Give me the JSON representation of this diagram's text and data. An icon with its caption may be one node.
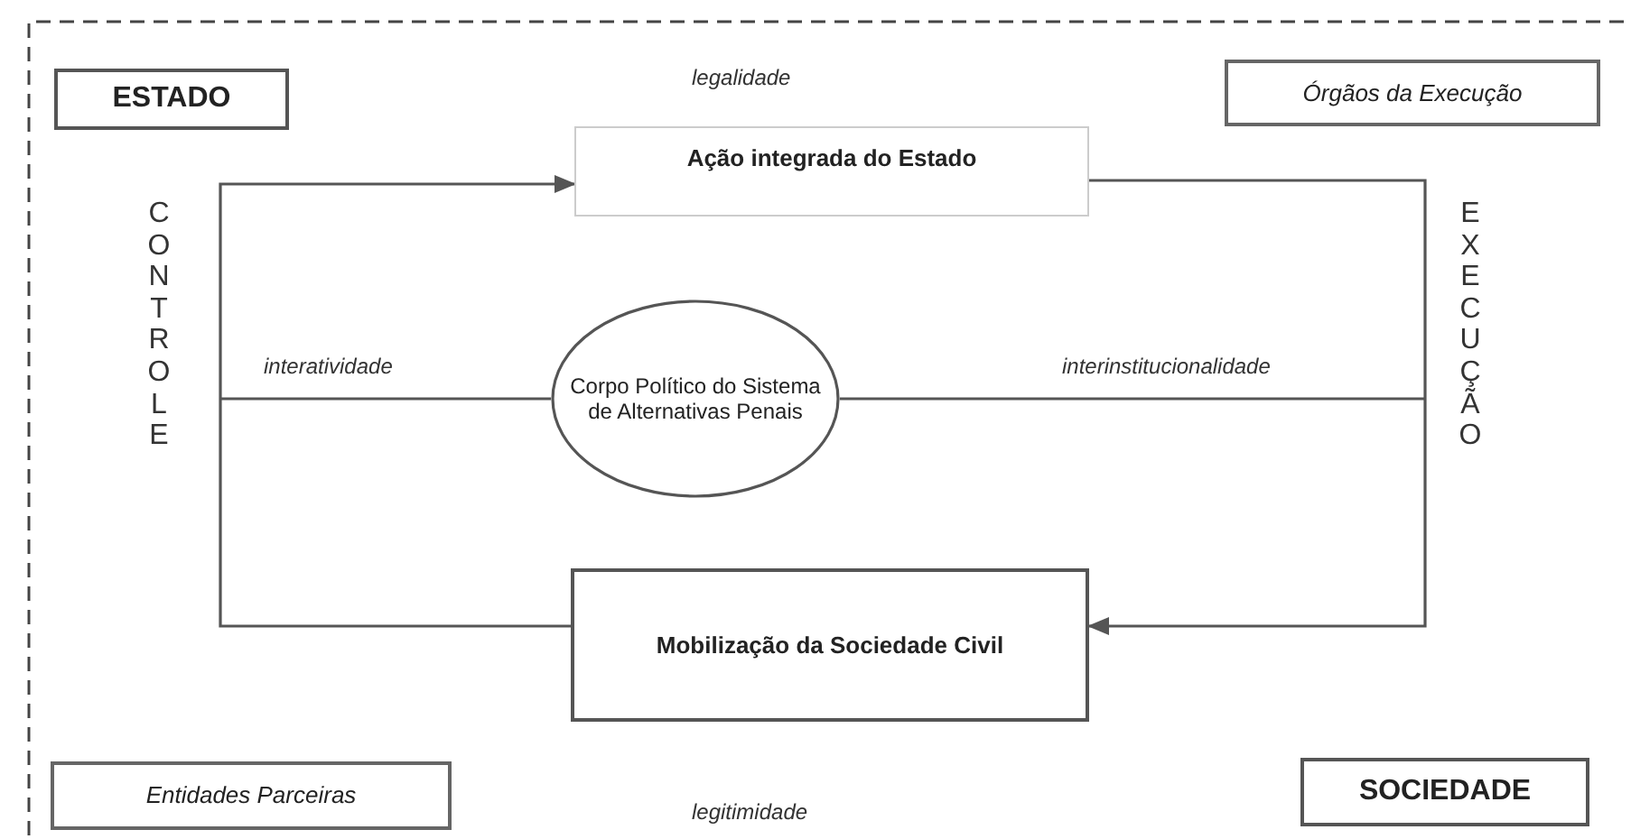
{
  "diagram": {
    "nodes": [
      {
        "text": [
          "ESTADO"
        ]
      },
      {
        "text": [
          "Órgãos da Execução"
        ]
      },
      {
        "text": [
          "Ação integrada do Estado"
        ]
      },
      {
        "text": [
          "Corpo Político do Sistema de Alternativas Penais"
        ]
      },
      {
        "text": [
          "Mobilização da Sociedade Civil"
        ]
      },
      {
        "text": [
          "Entidades Parceiras"
        ]
      },
      {
        "text": [
          "SOCIEDADE"
        ]
      }
    ],
    "edges": [
      {
        "from": 4,
        "to": 2,
        "arrow": "to",
        "label": "CONTROLE"
      },
      {
        "from": 2,
        "to": 4,
        "arrow": "to",
        "label": "EXECUÇÃO"
      },
      {
        "from": 3,
        "to": null,
        "arrow": "none",
        "label": "interatividade"
      },
      {
        "from": 3,
        "to": null,
        "arrow": "none",
        "label": "interinstitucionalidade"
      }
    ],
    "labels": [
      "legalidade",
      "legitimidade"
    ]
  }
}
